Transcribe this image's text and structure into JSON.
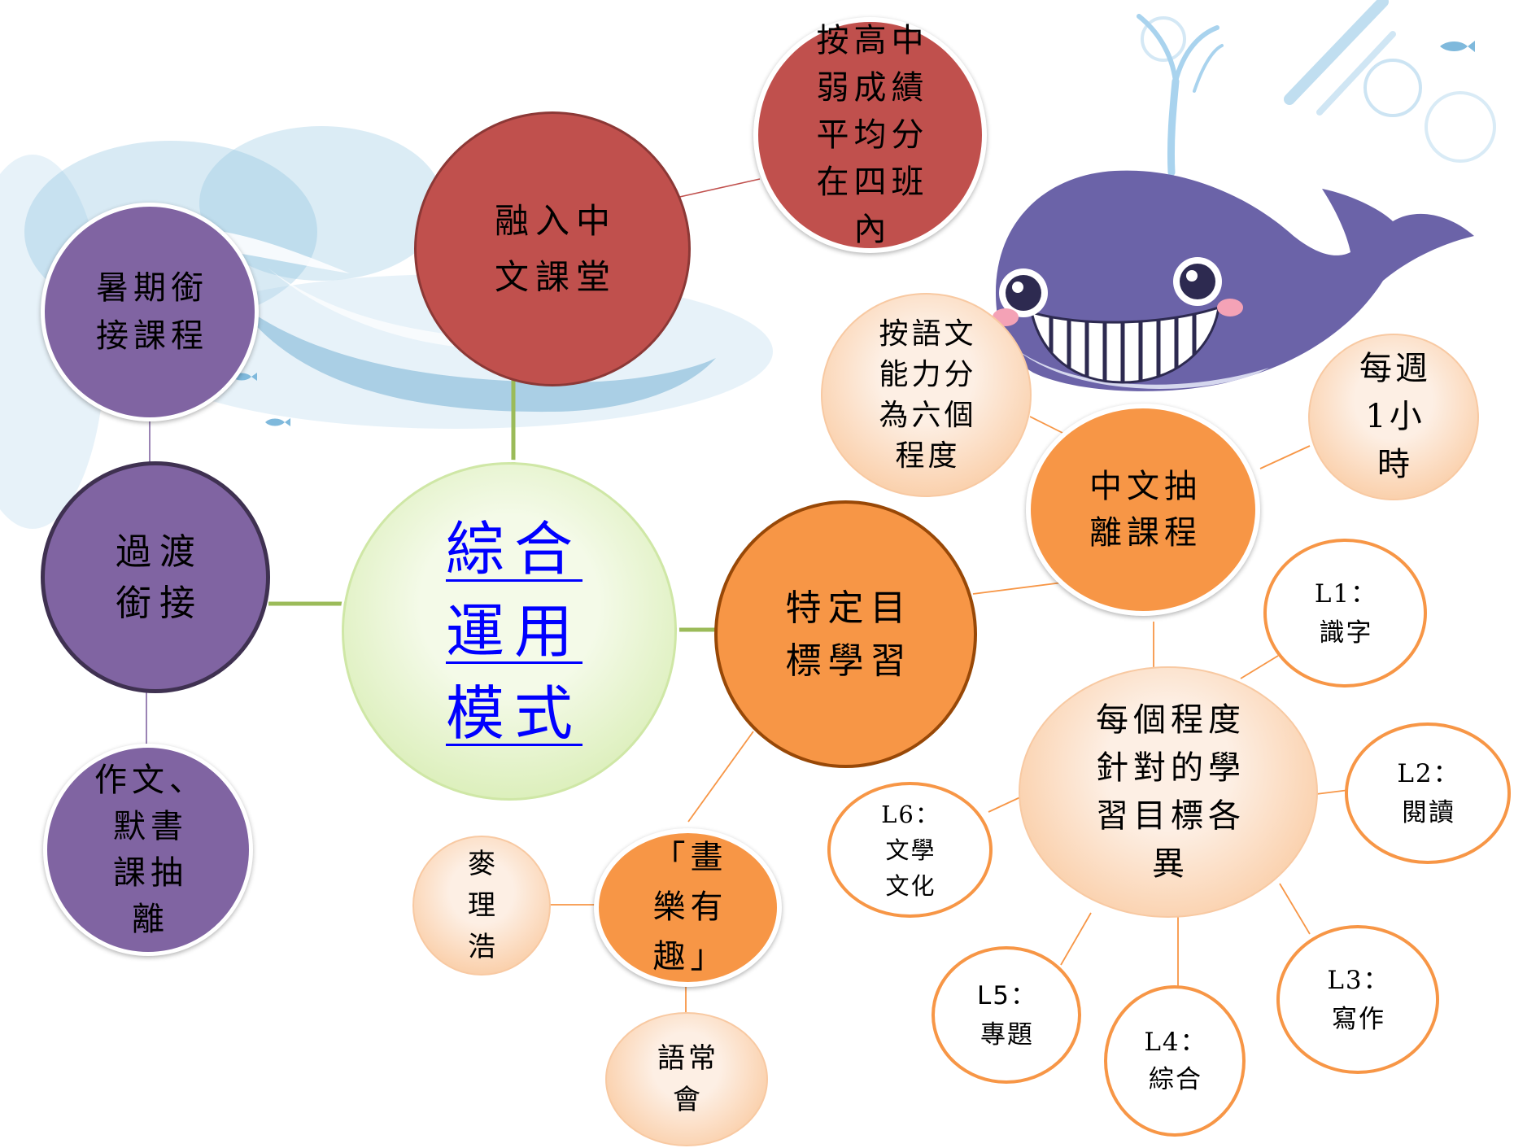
{
  "center": {
    "lines": [
      "綜合",
      "運用",
      "模式"
    ]
  },
  "integration": {
    "lines": [
      "融入中",
      "文課堂"
    ],
    "detail": {
      "lines": [
        "按高中",
        "弱成績",
        "平均分",
        "在四班",
        "內"
      ]
    }
  },
  "transition": {
    "lines": [
      "過渡",
      "銜接"
    ],
    "summer_bridging": {
      "lines": [
        "暑期銜",
        "接課程"
      ]
    },
    "pullout": {
      "lines": [
        "作文、",
        "默書",
        "課抽",
        "離"
      ]
    }
  },
  "targeted": {
    "lines": [
      "特定目",
      "標學習"
    ],
    "chinese_pullout": {
      "lines": [
        "中文抽",
        "離課程"
      ],
      "grouping": {
        "lines": [
          "按語文",
          "能力分",
          "為六個",
          "程度"
        ]
      },
      "frequency": {
        "lines": [
          "每週",
          "1小",
          "時"
        ]
      },
      "level_goals": {
        "lines": [
          "每個程度",
          "針對的學",
          "習目標各",
          "異"
        ],
        "levels": [
          {
            "code": "L1：",
            "lines": [
              "識字"
            ]
          },
          {
            "code": "L2：",
            "lines": [
              "閱讀"
            ]
          },
          {
            "code": "L3：",
            "lines": [
              "寫作"
            ]
          },
          {
            "code": "L4：",
            "lines": [
              "綜合"
            ]
          },
          {
            "code": "L5：",
            "lines": [
              "專題"
            ]
          },
          {
            "code": "L6：",
            "lines": [
              "文學",
              "文化"
            ]
          }
        ]
      }
    },
    "fun_drawing": {
      "lines": [
        "「畫",
        "樂有",
        "趣」"
      ],
      "partners": [
        {
          "lines": [
            "麥",
            "理",
            "浩"
          ]
        },
        {
          "lines": [
            "語常",
            "會"
          ]
        }
      ]
    }
  },
  "colors": {
    "page_bg": "#ffffff",
    "text": "#000000",
    "link_text": "#0000ff",
    "green_line": "#9bbb59",
    "center_fill_light": "#f4fae8",
    "center_fill_dark": "#cfe9a3",
    "center_border": "#cfe7a6",
    "red": "#c0504d",
    "red_border": "#8c3836",
    "purple": "#8064a2",
    "purple_border": "#3f3151",
    "orange": "#f79646",
    "orange_border": "#984807",
    "peach_light": "#fdefe4",
    "peach_dark": "#f9c190",
    "peach_border": "#f8c9a2",
    "level_fill": "#ffffff",
    "level_border": "#f79646",
    "white_ring": "#ffffff",
    "whale_body": "#6b63a8",
    "whale_dark": "#2d2a50",
    "whale_belly": "#d5d7ee",
    "whale_cheek": "#f4a2b6",
    "water": "#a9d3ee",
    "wave_blue": "#7fb9dc"
  }
}
